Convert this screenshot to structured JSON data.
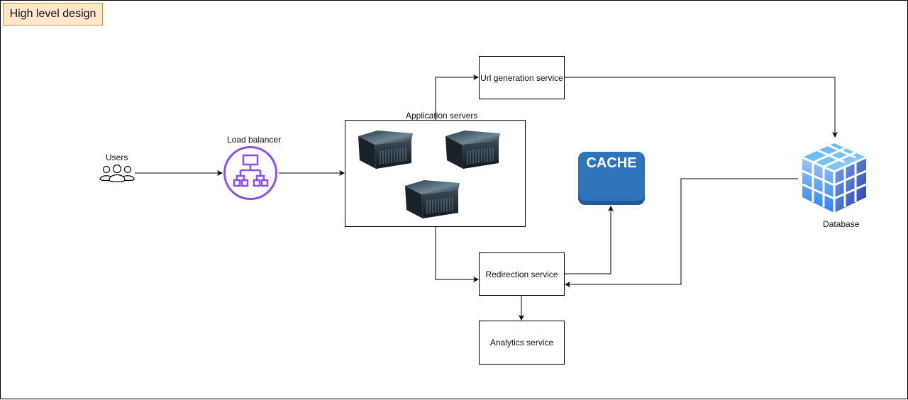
{
  "diagram": {
    "title": "High level design",
    "nodes": {
      "users": {
        "label": "Users",
        "icon": "users-icon"
      },
      "load_balancer": {
        "label": "Load balancer",
        "icon": "load-balancer-icon",
        "color": "#8c4fff"
      },
      "app_servers": {
        "label": "Application servers",
        "server_count": 3,
        "icon": "server-icon"
      },
      "url_generation": {
        "label": "Url generation service"
      },
      "redirection": {
        "label": "Redirection service"
      },
      "analytics": {
        "label": "Analytics service"
      },
      "cache": {
        "label": "CACHE",
        "color": "#2f73bd"
      },
      "database": {
        "label": "Database",
        "icon": "database-cube-icon",
        "color": "#3d8ff5"
      }
    },
    "edges": [
      {
        "from": "users",
        "to": "load_balancer"
      },
      {
        "from": "load_balancer",
        "to": "app_servers"
      },
      {
        "from": "app_servers",
        "to": "url_generation"
      },
      {
        "from": "app_servers",
        "to": "redirection"
      },
      {
        "from": "url_generation",
        "to": "database"
      },
      {
        "from": "redirection",
        "to": "cache"
      },
      {
        "from": "database",
        "to": "redirection"
      },
      {
        "from": "redirection",
        "to": "analytics"
      }
    ]
  }
}
